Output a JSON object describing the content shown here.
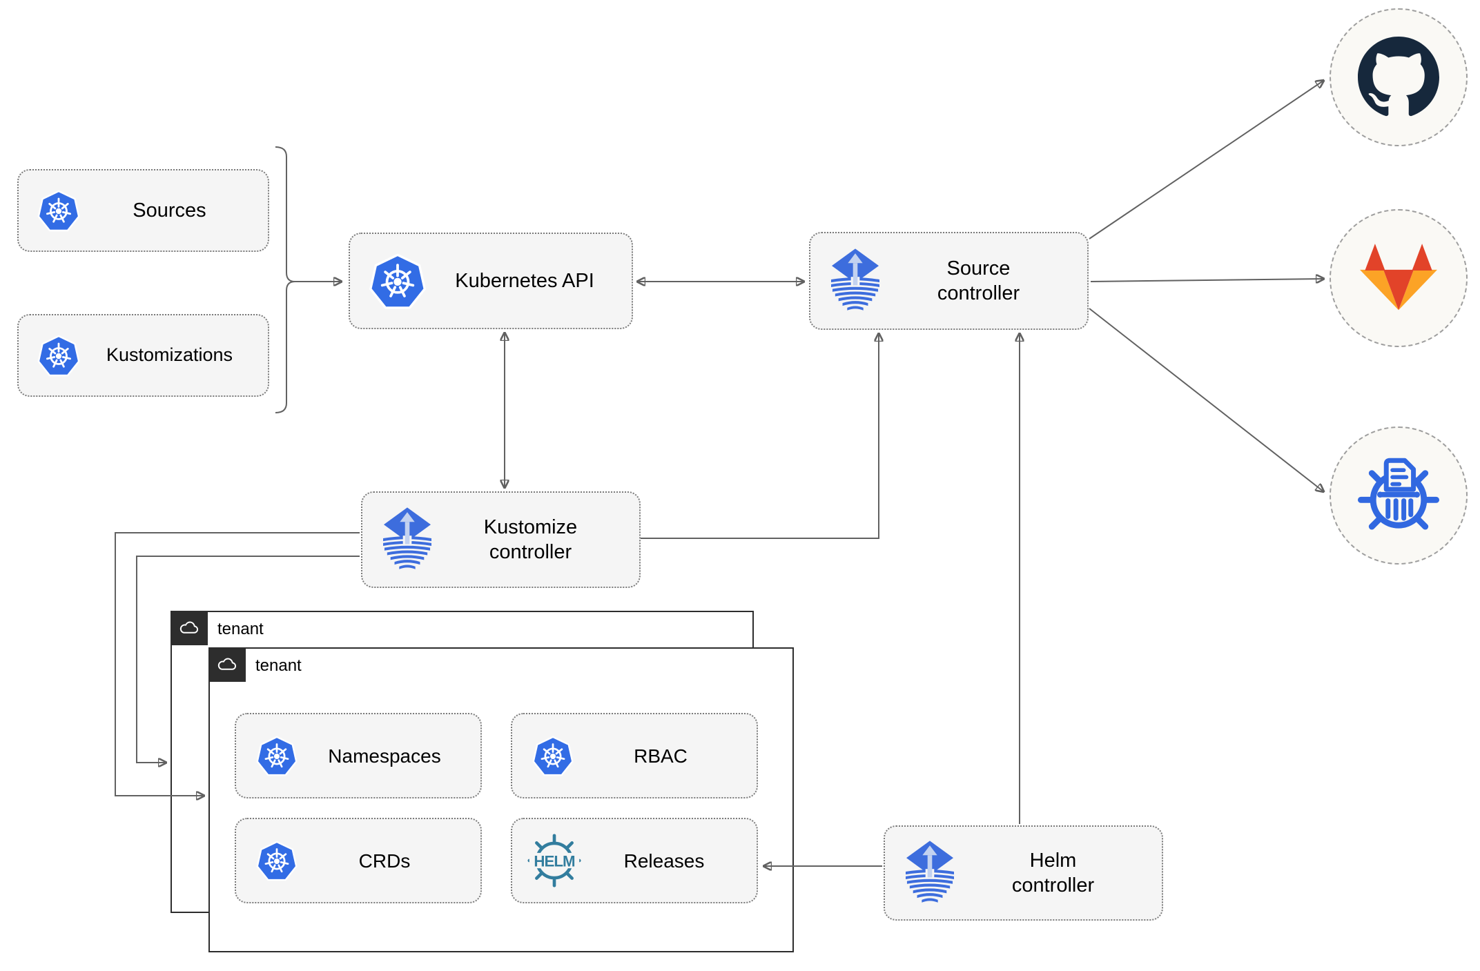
{
  "nodes": {
    "sources": "Sources",
    "kustomizations": "Kustomizations",
    "kubernetes_api": "Kubernetes API",
    "source_controller": "Source\ncontroller",
    "kustomize_controller": "Kustomize\ncontroller",
    "helm_controller": "Helm\ncontroller",
    "namespaces": "Namespaces",
    "rbac": "RBAC",
    "crds": "CRDs",
    "releases": "Releases"
  },
  "tenants": {
    "back": "tenant",
    "front": "tenant"
  },
  "icon_text": {
    "helm": "HELM"
  },
  "icons": {
    "kubernetes": "kubernetes-icon",
    "flux": "flux-icon",
    "helm": "helm-icon",
    "github": "github-icon",
    "gitlab": "gitlab-icon",
    "chartmuseum": "chartmuseum-icon",
    "cloud": "cloud-icon"
  },
  "colors": {
    "line": "#616161",
    "box_fill": "#f5f5f5",
    "box_border": "#7a7a7a",
    "circle_fill": "#faf9f5",
    "circle_border": "#9e9e9e",
    "tenant_border": "#2d2d2d",
    "tenant_tab_bg": "#2d2d2d",
    "kubernetes_blue": "#326ce5",
    "flux_blue": "#3d6ddd",
    "flux_light": "#c3d2f0",
    "helm_teal": "#327d9e",
    "github_dark": "#16283c",
    "gitlab_red": "#e24329",
    "gitlab_orange": "#fc6d26",
    "gitlab_amber": "#fca326",
    "chartmuseum_blue": "#3168e0",
    "text": "#000000"
  }
}
